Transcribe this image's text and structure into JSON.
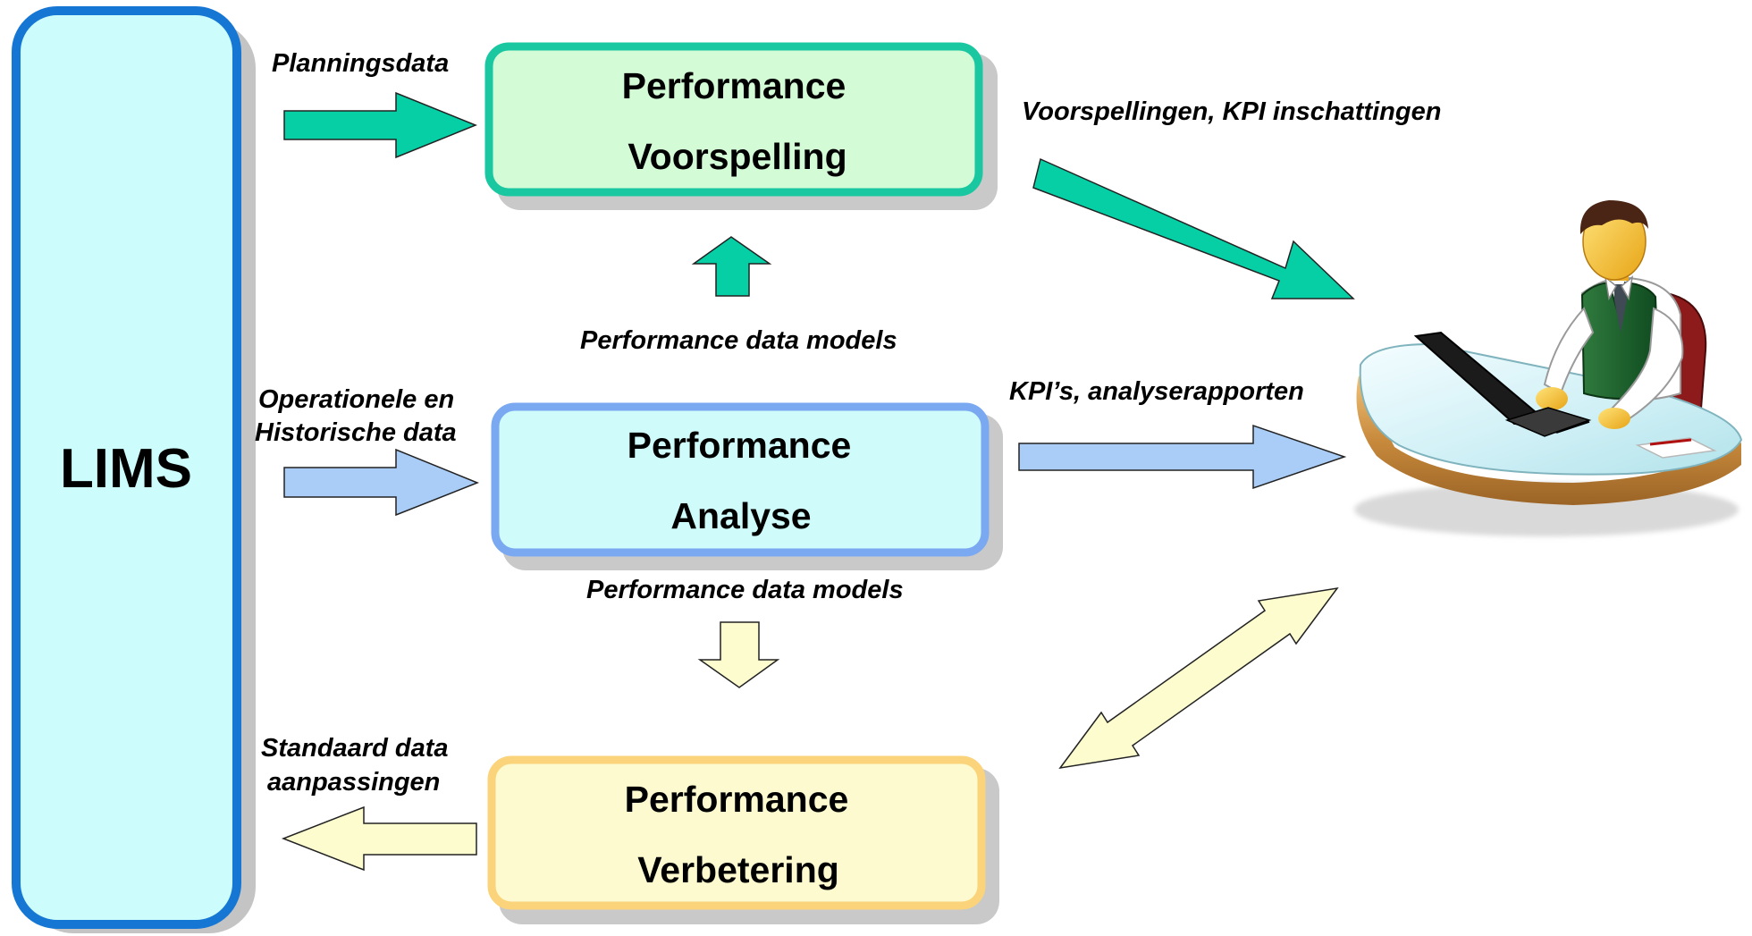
{
  "lims": {
    "label": "LIMS"
  },
  "boxes": {
    "voorspelling": {
      "line1": "Performance",
      "line2": "Voorspelling"
    },
    "analyse": {
      "line1": "Performance",
      "line2": "Analyse"
    },
    "verbetering": {
      "line1": "Performance",
      "line2": "Verbetering"
    }
  },
  "flows": {
    "planning": "Planningsdata",
    "operational_line1": "Operationele en",
    "operational_line2": "Historische data",
    "standard_line1": "Standaard data",
    "standard_line2": "aanpassingen",
    "models_up": "Performance data models",
    "models_down": "Performance data models",
    "predictions": "Voorspellingen, KPI inschattingen",
    "kpis": "KPI’s, analyserapporten"
  },
  "colors": {
    "lims_fill": "#ccfcfb",
    "lims_border": "#1577d3",
    "voorspelling_fill": "#d3fbd6",
    "voorspelling_border": "#19c7a1",
    "analyse_fill": "#cffcfb",
    "analyse_border": "#7aa9f2",
    "verbetering_fill": "#fdfad0",
    "verbetering_border": "#fbd37a",
    "green_arrow": "#06cfa6",
    "blue_arrow": "#aacdf7",
    "yellow_arrow": "#fdfccf"
  },
  "icons": {
    "user": "person-at-laptop-icon"
  }
}
